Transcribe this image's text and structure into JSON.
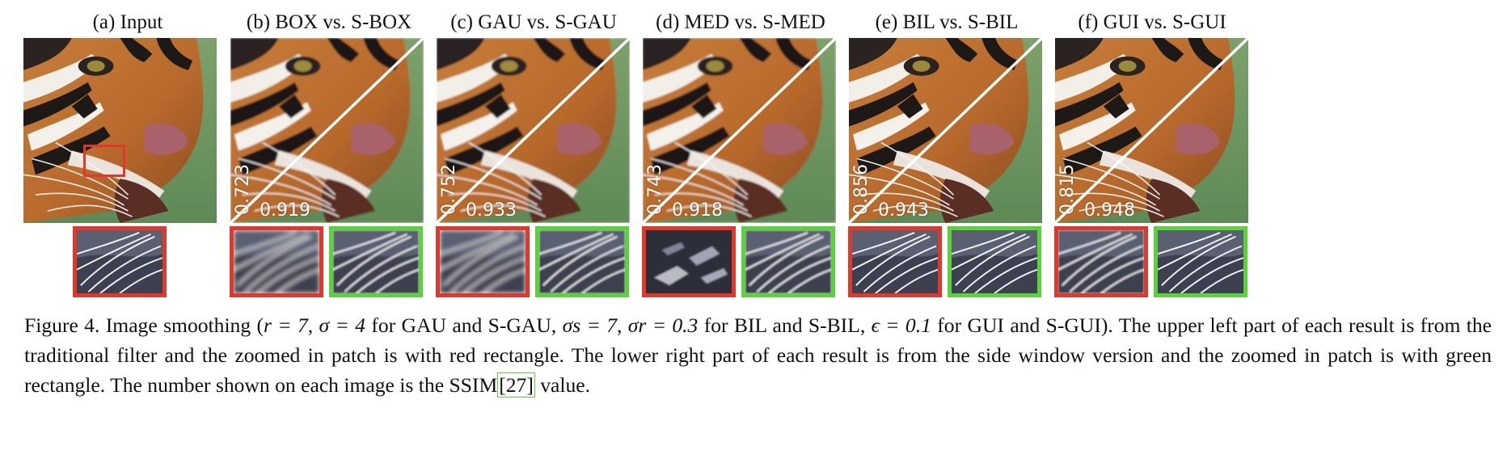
{
  "panels": [
    {
      "label": "(a)  Input"
    },
    {
      "label": "(b)  BOX vs. S-BOX",
      "ssim_traditional": "0.723",
      "ssim_side": "0.919"
    },
    {
      "label": "(c)  GAU vs. S-GAU",
      "ssim_traditional": "0.752",
      "ssim_side": "0.933"
    },
    {
      "label": "(d)  MED vs. S-MED",
      "ssim_traditional": "0.743",
      "ssim_side": "0.918"
    },
    {
      "label": "(e)  BIL vs. S-BIL",
      "ssim_traditional": "0.856",
      "ssim_side": "0.943"
    },
    {
      "label": "(f)  GUI vs. S-GUI",
      "ssim_traditional": "0.815",
      "ssim_side": "0.948"
    }
  ],
  "caption": {
    "figure_label": "Figure 4.",
    "part1": "Image smoothing (",
    "r_eq": "r = 7",
    "part2": ", ",
    "sigma_eq": "σ = 4",
    "part3": " for GAU and S-GAU, ",
    "sigma_s_eq": "σs = 7",
    "part4": ", ",
    "sigma_r_eq": "σr = 0.3",
    "part5": " for BIL and S-BIL, ",
    "eps_eq": "ϵ = 0.1",
    "part6": " for GUI and S-GUI). The upper left part of each result is from the traditional filter and the zoomed in patch is with red rectangle. The lower right part of each result is from the side window version and the zoomed in patch is with green rectangle. The number shown on each image is the SSIM",
    "ref": "[27]",
    "part7": " value."
  },
  "colors": {
    "red_frame": "#e0382b",
    "green_frame": "#5ad23a"
  }
}
